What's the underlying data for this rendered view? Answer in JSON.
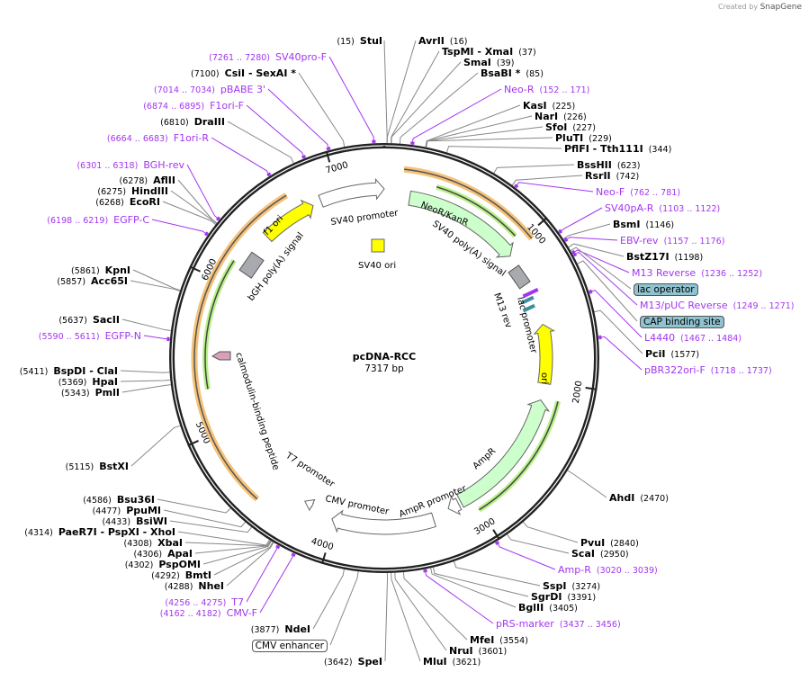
{
  "logo": {
    "prefix": "Created by",
    "brand": "SnapGene"
  },
  "plasmid": {
    "name": "pcDNA-RCC",
    "length": "7317 bp"
  },
  "ticks": [
    "1000",
    "2000",
    "3000",
    "4000",
    "5000",
    "6000",
    "7000"
  ],
  "features": {
    "f1_ori": "f1 ori",
    "sv40_promoter": "SV40 promoter",
    "neor_kanr": "NeoR/KanR",
    "sv40_polya": "SV40 poly(A) signal",
    "bgh_polya": "bGH poly(A) signal",
    "sv40_ori": "SV40 ori",
    "m13_rev": "M13 rev",
    "lac_promoter": "lac promoter",
    "ori": "ori",
    "ampr": "AmpR",
    "ampr_promoter": "AmpR promoter",
    "cmv_promoter": "CMV promoter",
    "t7_promoter": "T7 promoter",
    "calmodulin": "calmodulin-binding peptide"
  },
  "colors": {
    "primer": "#a335f0",
    "yellow": "#ffff00",
    "green": "#ccffcc",
    "orange": "#f5c27a",
    "backbone": "#222222"
  },
  "labels": [
    {
      "name": "StuI",
      "pos": "15",
      "kind": "enzyme"
    },
    {
      "name": "AvrII",
      "pos": "16",
      "kind": "enzyme"
    },
    {
      "name": "TspMI  - XmaI",
      "pos": "37",
      "kind": "enzyme"
    },
    {
      "name": "SmaI",
      "pos": "39",
      "kind": "enzyme"
    },
    {
      "name": "BsaBI *",
      "pos": "85",
      "kind": "enzyme"
    },
    {
      "name": "Neo-R",
      "pos": "152 .. 171",
      "kind": "primer"
    },
    {
      "name": "KasI",
      "pos": "225",
      "kind": "enzyme"
    },
    {
      "name": "NarI",
      "pos": "226",
      "kind": "enzyme"
    },
    {
      "name": "SfoI",
      "pos": "227",
      "kind": "enzyme"
    },
    {
      "name": "PluTI",
      "pos": "229",
      "kind": "enzyme"
    },
    {
      "name": "PflFI  - Tth111I",
      "pos": "344",
      "kind": "enzyme"
    },
    {
      "name": "BssHII",
      "pos": "623",
      "kind": "enzyme"
    },
    {
      "name": "RsrII",
      "pos": "742",
      "kind": "enzyme"
    },
    {
      "name": "Neo-F",
      "pos": "762 .. 781",
      "kind": "primer"
    },
    {
      "name": "SV40pA-R",
      "pos": "1103 .. 1122",
      "kind": "primer"
    },
    {
      "name": "BsmI",
      "pos": "1146",
      "kind": "enzyme"
    },
    {
      "name": "EBV-rev",
      "pos": "1157 .. 1176",
      "kind": "primer"
    },
    {
      "name": "BstZ17I",
      "pos": "1198",
      "kind": "enzyme"
    },
    {
      "name": "M13 Reverse",
      "pos": "1236 .. 1252",
      "kind": "primer"
    },
    {
      "name": "lac operator",
      "pos": "",
      "kind": "featblue"
    },
    {
      "name": "M13/pUC Reverse",
      "pos": "1249 .. 1271",
      "kind": "primer"
    },
    {
      "name": "CAP binding site",
      "pos": "",
      "kind": "featblue"
    },
    {
      "name": "L4440",
      "pos": "1467 .. 1484",
      "kind": "primer"
    },
    {
      "name": "PciI",
      "pos": "1577",
      "kind": "enzyme"
    },
    {
      "name": "pBR322ori-F",
      "pos": "1718 .. 1737",
      "kind": "primer"
    },
    {
      "name": "AhdI",
      "pos": "2470",
      "kind": "enzyme"
    },
    {
      "name": "PvuI",
      "pos": "2840",
      "kind": "enzyme"
    },
    {
      "name": "ScaI",
      "pos": "2950",
      "kind": "enzyme"
    },
    {
      "name": "Amp-R",
      "pos": "3020 .. 3039",
      "kind": "primer"
    },
    {
      "name": "SspI",
      "pos": "3274",
      "kind": "enzyme"
    },
    {
      "name": "SgrDI",
      "pos": "3391",
      "kind": "enzyme"
    },
    {
      "name": "BglII",
      "pos": "3405",
      "kind": "enzyme"
    },
    {
      "name": "pRS-marker",
      "pos": "3437 .. 3456",
      "kind": "primer"
    },
    {
      "name": "MfeI",
      "pos": "3554",
      "kind": "enzyme"
    },
    {
      "name": "NruI",
      "pos": "3601",
      "kind": "enzyme"
    },
    {
      "name": "MluI",
      "pos": "3621",
      "kind": "enzyme"
    },
    {
      "name": "SpeI",
      "pos": "3642",
      "kind": "enzyme"
    },
    {
      "name": "CMV enhancer",
      "pos": "",
      "kind": "feat"
    },
    {
      "name": "NdeI",
      "pos": "3877",
      "kind": "enzyme"
    },
    {
      "name": "CMV-F",
      "pos": "4162 .. 4182",
      "kind": "primer"
    },
    {
      "name": "T7",
      "pos": "4256 .. 4275",
      "kind": "primer"
    },
    {
      "name": "NheI",
      "pos": "4288",
      "kind": "enzyme"
    },
    {
      "name": "BmtI",
      "pos": "4292",
      "kind": "enzyme"
    },
    {
      "name": "PspOMI",
      "pos": "4302",
      "kind": "enzyme"
    },
    {
      "name": "ApaI",
      "pos": "4306",
      "kind": "enzyme"
    },
    {
      "name": "XbaI",
      "pos": "4308",
      "kind": "enzyme"
    },
    {
      "name": "PaeR7I  - PspXI  - XhoI",
      "pos": "4314",
      "kind": "enzyme"
    },
    {
      "name": "BsiWI",
      "pos": "4433",
      "kind": "enzyme"
    },
    {
      "name": "PpuMI",
      "pos": "4477",
      "kind": "enzyme"
    },
    {
      "name": "Bsu36I",
      "pos": "4586",
      "kind": "enzyme"
    },
    {
      "name": "BstXI",
      "pos": "5115",
      "kind": "enzyme"
    },
    {
      "name": "PmlI",
      "pos": "5343",
      "kind": "enzyme"
    },
    {
      "name": "HpaI",
      "pos": "5369",
      "kind": "enzyme"
    },
    {
      "name": "BspDI  - ClaI",
      "pos": "5411",
      "kind": "enzyme"
    },
    {
      "name": "EGFP-N",
      "pos": "5590 .. 5611",
      "kind": "primer"
    },
    {
      "name": "SacII",
      "pos": "5637",
      "kind": "enzyme"
    },
    {
      "name": "Acc65I",
      "pos": "5857",
      "kind": "enzyme"
    },
    {
      "name": "KpnI",
      "pos": "5861",
      "kind": "enzyme"
    },
    {
      "name": "EGFP-C",
      "pos": "6198 .. 6219",
      "kind": "primer"
    },
    {
      "name": "EcoRI",
      "pos": "6268",
      "kind": "enzyme"
    },
    {
      "name": "HindIII",
      "pos": "6275",
      "kind": "enzyme"
    },
    {
      "name": "AflII",
      "pos": "6278",
      "kind": "enzyme"
    },
    {
      "name": "BGH-rev",
      "pos": "6301 .. 6318",
      "kind": "primer"
    },
    {
      "name": "F1ori-R",
      "pos": "6664 .. 6683",
      "kind": "primer"
    },
    {
      "name": "DraIII",
      "pos": "6810",
      "kind": "enzyme"
    },
    {
      "name": "F1ori-F",
      "pos": "6874 .. 6895",
      "kind": "primer"
    },
    {
      "name": "pBABE 3'",
      "pos": "7014 .. 7034",
      "kind": "primer"
    },
    {
      "name": "CsiI  - SexAI *",
      "pos": "7100",
      "kind": "enzyme"
    },
    {
      "name": "SV40pro-F",
      "pos": "7261 .. 7280",
      "kind": "primer"
    }
  ]
}
